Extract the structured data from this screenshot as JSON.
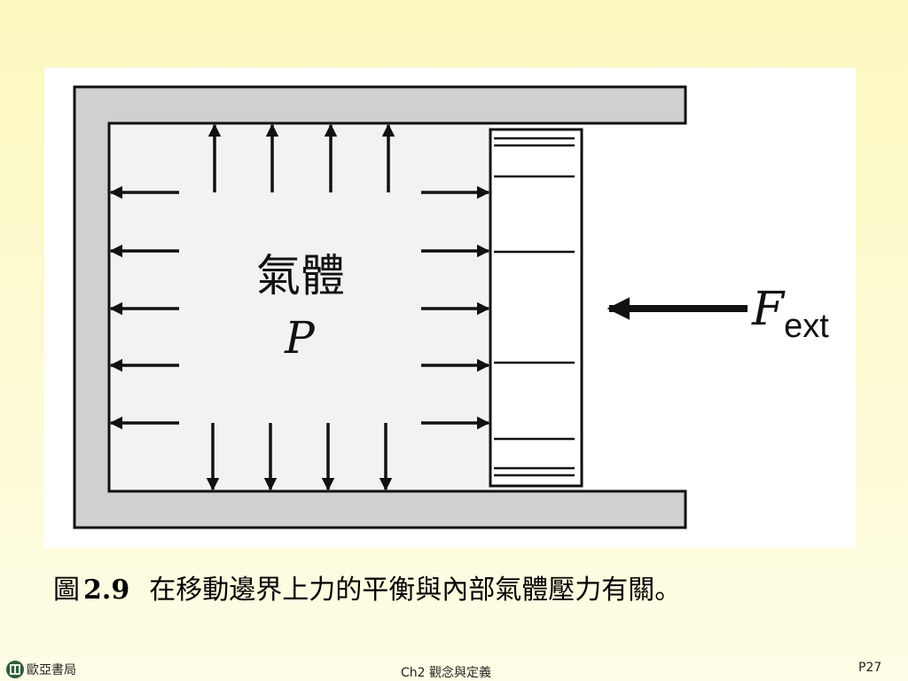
{
  "diagram": {
    "gas_label": "氣體",
    "pressure_symbol": "P",
    "force_symbol": "F",
    "force_subscript": "ext"
  },
  "caption": {
    "figure_label": "圖",
    "figure_number": "2.9",
    "text": "在移動邊界上力的平衡與內部氣體壓力有關。"
  },
  "footer": {
    "publisher": "歐亞書局",
    "chapter": "Ch2 觀念與定義",
    "page": "P27"
  },
  "colors": {
    "wall": "#d0d0d0",
    "gas": "#f2f2f2",
    "outline": "#111111"
  }
}
